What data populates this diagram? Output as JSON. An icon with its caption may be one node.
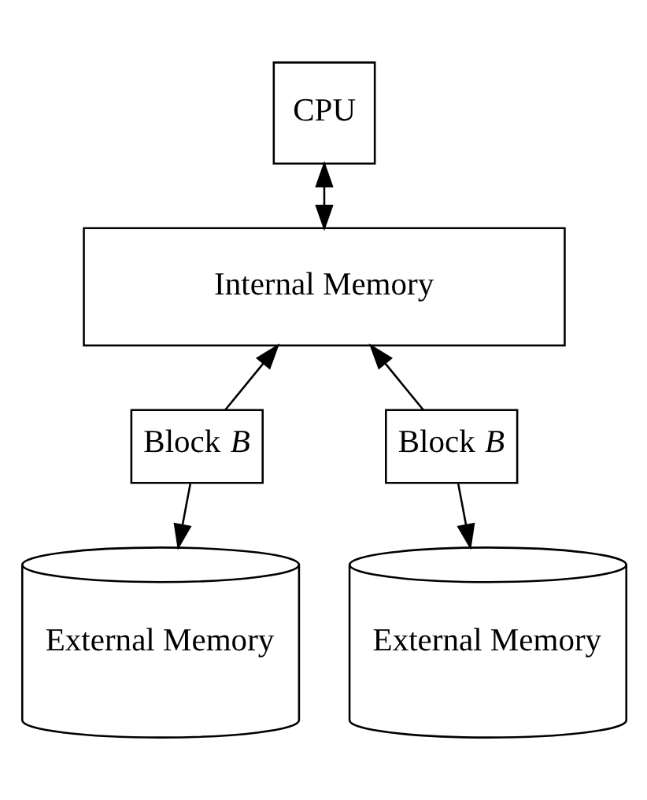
{
  "diagram": {
    "nodes": [
      {
        "text": [
          "CPU"
        ]
      },
      {
        "text": [
          "Internal Memory"
        ]
      },
      {
        "text": [
          "Block *B*"
        ]
      },
      {
        "text": [
          "Block *B*"
        ]
      },
      {
        "text": [
          "External Memory"
        ]
      },
      {
        "text": [
          "External Memory"
        ]
      }
    ],
    "edges": [
      {
        "from": 0,
        "to": 1,
        "arrow": "both"
      },
      {
        "from": 2,
        "to": 1,
        "arrow": "to"
      },
      {
        "from": 2,
        "to": 4,
        "arrow": "to"
      },
      {
        "from": 3,
        "to": 1,
        "arrow": "to"
      },
      {
        "from": 3,
        "to": 5,
        "arrow": "to"
      }
    ]
  }
}
